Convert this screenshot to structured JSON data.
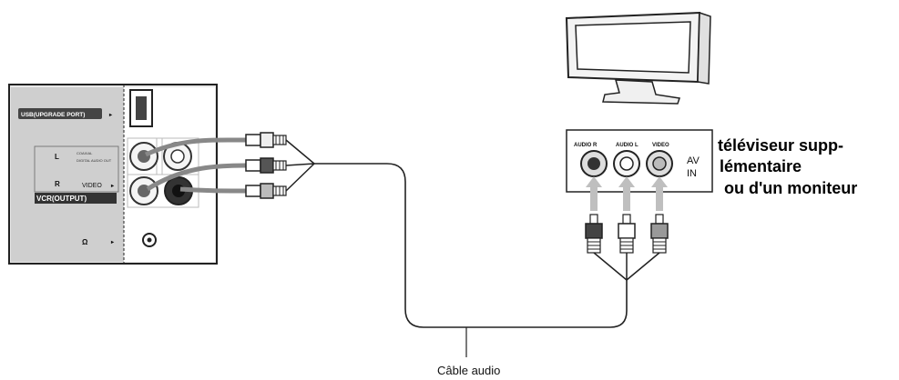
{
  "device_panel": {
    "usb_label": "USB(UPGRADE PORT)",
    "coaxial_label": "COAXIAL",
    "digital_audio_label": "DIGITAL AUDIO OUT",
    "left_label": "L",
    "right_label": "R",
    "video_label": "VIDEO",
    "vcr_label": "VCR(OUTPUT)",
    "headphone_symbol": "Ω"
  },
  "tv_panel": {
    "audio_r_label": "AUDIO R",
    "audio_l_label": "AUDIO L",
    "video_label": "VIDEO",
    "av_label": "AV",
    "in_label": "IN"
  },
  "labels": {
    "monitor_line1": "téléviseur supp-",
    "monitor_line2": "lémentaire",
    "monitor_line3": " ou d'un moniteur",
    "cable_caption": "Câble audio"
  }
}
